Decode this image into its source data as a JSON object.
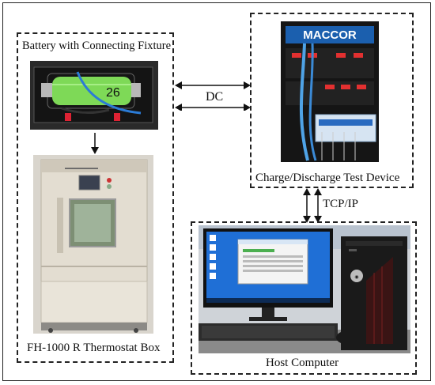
{
  "labels": {
    "battery": "Battery with Connecting Fixture",
    "thermostat": "FH-1000 R Thermostat Box",
    "charge_device": "Charge/Discharge Test Device",
    "host": "Host Computer",
    "dc": "DC",
    "tcpip": "TCP/IP"
  },
  "brand": {
    "maccor": "MACCOR",
    "battery_mark": "26"
  },
  "colors": {
    "battery_green": "#7ed957",
    "maccor_blue": "#1b5fae",
    "thermostat_body": "#e3ddd1",
    "screen_blue": "#1f6fd6"
  }
}
